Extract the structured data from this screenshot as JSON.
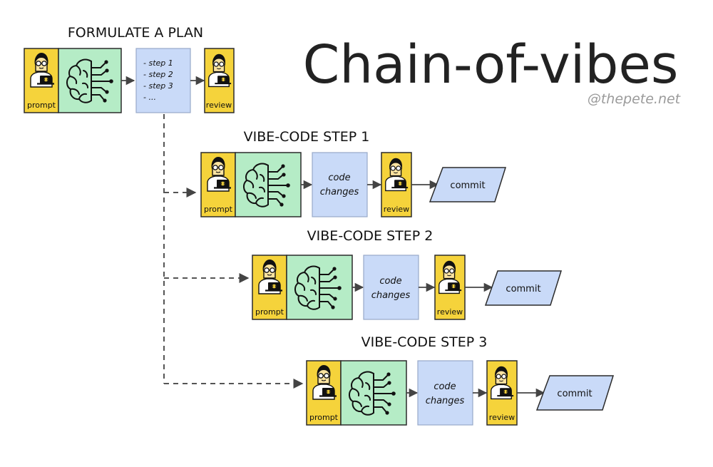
{
  "title": "Chain-of-vibes",
  "credit": "@thepete.net",
  "plan": {
    "heading": "FORMULATE A PLAN",
    "prompt_label": "prompt",
    "steps": [
      "- step 1",
      "- step 2",
      "- step 3",
      "- ..."
    ],
    "review_label": "review"
  },
  "stages": [
    {
      "heading": "VIBE-CODE STEP 1",
      "prompt_label": "prompt",
      "code_line1": "code",
      "code_line2": "changes",
      "review_label": "review",
      "commit_label": "commit"
    },
    {
      "heading": "VIBE-CODE STEP 2",
      "prompt_label": "prompt",
      "code_line1": "code",
      "code_line2": "changes",
      "review_label": "review",
      "commit_label": "commit"
    },
    {
      "heading": "VIBE-CODE STEP 3",
      "prompt_label": "prompt",
      "code_line1": "code",
      "code_line2": "changes",
      "review_label": "review",
      "commit_label": "commit"
    }
  ],
  "colors": {
    "person_box": "#f5d33b",
    "ai_box": "#b5ecc6",
    "doc_box": "#c9daf8",
    "outline": "#2b2b2b",
    "doc_outline": "#98a9c9"
  },
  "icons": {
    "person": "person-with-laptop-icon",
    "ai": "brain-circuit-icon"
  }
}
